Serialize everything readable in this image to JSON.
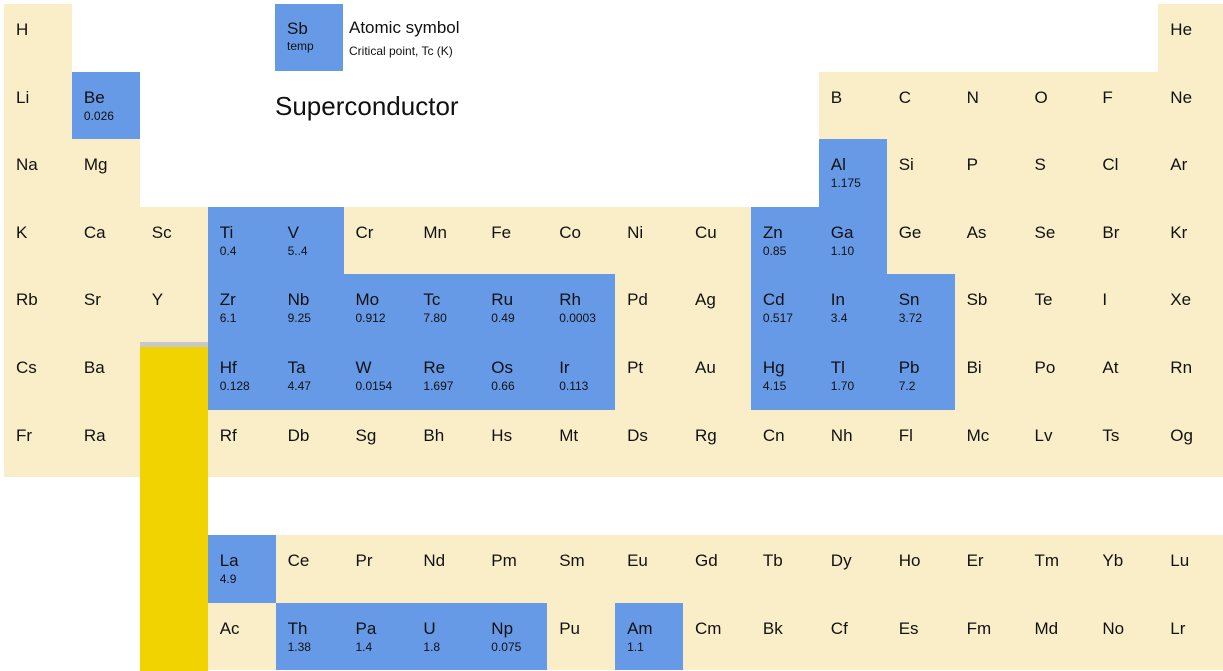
{
  "colors": {
    "default": "#faeec8",
    "superconductor": "#6699e6",
    "bracket": "#f0d300",
    "bracket_top": "#c8c8c8"
  },
  "legend": {
    "symbol": "Sb",
    "value_label": "temp",
    "title": "Atomic symbol",
    "subtitle": "Critical point, Tc (K)"
  },
  "title": "Superconductor",
  "elements": [
    {
      "s": "H",
      "r": 1,
      "c": 1
    },
    {
      "s": "He",
      "r": 1,
      "c": 18
    },
    {
      "s": "Li",
      "r": 2,
      "c": 1
    },
    {
      "s": "Be",
      "r": 2,
      "c": 2,
      "tc": "0.026"
    },
    {
      "s": "B",
      "r": 2,
      "c": 13
    },
    {
      "s": "C",
      "r": 2,
      "c": 14
    },
    {
      "s": "N",
      "r": 2,
      "c": 15
    },
    {
      "s": "O",
      "r": 2,
      "c": 16
    },
    {
      "s": "F",
      "r": 2,
      "c": 17
    },
    {
      "s": "Ne",
      "r": 2,
      "c": 18
    },
    {
      "s": "Na",
      "r": 3,
      "c": 1
    },
    {
      "s": "Mg",
      "r": 3,
      "c": 2
    },
    {
      "s": "Al",
      "r": 3,
      "c": 13,
      "tc": "1.175"
    },
    {
      "s": "Si",
      "r": 3,
      "c": 14
    },
    {
      "s": "P",
      "r": 3,
      "c": 15
    },
    {
      "s": "S",
      "r": 3,
      "c": 16
    },
    {
      "s": "Cl",
      "r": 3,
      "c": 17
    },
    {
      "s": "Ar",
      "r": 3,
      "c": 18
    },
    {
      "s": "K",
      "r": 4,
      "c": 1
    },
    {
      "s": "Ca",
      "r": 4,
      "c": 2
    },
    {
      "s": "Sc",
      "r": 4,
      "c": 3
    },
    {
      "s": "Ti",
      "r": 4,
      "c": 4,
      "tc": "0.4"
    },
    {
      "s": "V",
      "r": 4,
      "c": 5,
      "tc": "5..4"
    },
    {
      "s": "Cr",
      "r": 4,
      "c": 6
    },
    {
      "s": "Mn",
      "r": 4,
      "c": 7
    },
    {
      "s": "Fe",
      "r": 4,
      "c": 8
    },
    {
      "s": "Co",
      "r": 4,
      "c": 9
    },
    {
      "s": "Ni",
      "r": 4,
      "c": 10
    },
    {
      "s": "Cu",
      "r": 4,
      "c": 11
    },
    {
      "s": "Zn",
      "r": 4,
      "c": 12,
      "tc": "0.85"
    },
    {
      "s": "Ga",
      "r": 4,
      "c": 13,
      "tc": "1.10"
    },
    {
      "s": "Ge",
      "r": 4,
      "c": 14
    },
    {
      "s": "As",
      "r": 4,
      "c": 15
    },
    {
      "s": "Se",
      "r": 4,
      "c": 16
    },
    {
      "s": "Br",
      "r": 4,
      "c": 17
    },
    {
      "s": "Kr",
      "r": 4,
      "c": 18
    },
    {
      "s": "Rb",
      "r": 5,
      "c": 1
    },
    {
      "s": "Sr",
      "r": 5,
      "c": 2
    },
    {
      "s": "Y",
      "r": 5,
      "c": 3
    },
    {
      "s": "Zr",
      "r": 5,
      "c": 4,
      "tc": "6.1"
    },
    {
      "s": "Nb",
      "r": 5,
      "c": 5,
      "tc": "9.25"
    },
    {
      "s": "Mo",
      "r": 5,
      "c": 6,
      "tc": "0.912"
    },
    {
      "s": "Tc",
      "r": 5,
      "c": 7,
      "tc": "7.80"
    },
    {
      "s": "Ru",
      "r": 5,
      "c": 8,
      "tc": "0.49"
    },
    {
      "s": "Rh",
      "r": 5,
      "c": 9,
      "tc": "0.0003"
    },
    {
      "s": "Pd",
      "r": 5,
      "c": 10
    },
    {
      "s": "Ag",
      "r": 5,
      "c": 11
    },
    {
      "s": "Cd",
      "r": 5,
      "c": 12,
      "tc": "0.517"
    },
    {
      "s": "In",
      "r": 5,
      "c": 13,
      "tc": "3.4"
    },
    {
      "s": "Sn",
      "r": 5,
      "c": 14,
      "tc": "3.72"
    },
    {
      "s": "Sb",
      "r": 5,
      "c": 15
    },
    {
      "s": "Te",
      "r": 5,
      "c": 16
    },
    {
      "s": "I",
      "r": 5,
      "c": 17
    },
    {
      "s": "Xe",
      "r": 5,
      "c": 18
    },
    {
      "s": "Cs",
      "r": 6,
      "c": 1
    },
    {
      "s": "Ba",
      "r": 6,
      "c": 2
    },
    {
      "s": "Hf",
      "r": 6,
      "c": 4,
      "tc": "0.128"
    },
    {
      "s": "Ta",
      "r": 6,
      "c": 5,
      "tc": "4.47"
    },
    {
      "s": "W",
      "r": 6,
      "c": 6,
      "tc": "0.0154"
    },
    {
      "s": "Re",
      "r": 6,
      "c": 7,
      "tc": "1.697"
    },
    {
      "s": "Os",
      "r": 6,
      "c": 8,
      "tc": "0.66"
    },
    {
      "s": "Ir",
      "r": 6,
      "c": 9,
      "tc": "0.113"
    },
    {
      "s": "Pt",
      "r": 6,
      "c": 10
    },
    {
      "s": "Au",
      "r": 6,
      "c": 11
    },
    {
      "s": "Hg",
      "r": 6,
      "c": 12,
      "tc": "4.15"
    },
    {
      "s": "Tl",
      "r": 6,
      "c": 13,
      "tc": "1.70"
    },
    {
      "s": "Pb",
      "r": 6,
      "c": 14,
      "tc": "7.2"
    },
    {
      "s": "Bi",
      "r": 6,
      "c": 15
    },
    {
      "s": "Po",
      "r": 6,
      "c": 16
    },
    {
      "s": "At",
      "r": 6,
      "c": 17
    },
    {
      "s": "Rn",
      "r": 6,
      "c": 18
    },
    {
      "s": "Fr",
      "r": 7,
      "c": 1
    },
    {
      "s": "Ra",
      "r": 7,
      "c": 2
    },
    {
      "s": "Rf",
      "r": 7,
      "c": 4
    },
    {
      "s": "Db",
      "r": 7,
      "c": 5
    },
    {
      "s": "Sg",
      "r": 7,
      "c": 6
    },
    {
      "s": "Bh",
      "r": 7,
      "c": 7
    },
    {
      "s": "Hs",
      "r": 7,
      "c": 8
    },
    {
      "s": "Mt",
      "r": 7,
      "c": 9
    },
    {
      "s": "Ds",
      "r": 7,
      "c": 10
    },
    {
      "s": "Rg",
      "r": 7,
      "c": 11
    },
    {
      "s": "Cn",
      "r": 7,
      "c": 12
    },
    {
      "s": "Nh",
      "r": 7,
      "c": 13
    },
    {
      "s": "Fl",
      "r": 7,
      "c": 14
    },
    {
      "s": "Mc",
      "r": 7,
      "c": 15
    },
    {
      "s": "Lv",
      "r": 7,
      "c": 16
    },
    {
      "s": "Ts",
      "r": 7,
      "c": 17
    },
    {
      "s": "Og",
      "r": 7,
      "c": 18
    },
    {
      "s": "La",
      "r": 8,
      "c": 4,
      "tc": "4.9"
    },
    {
      "s": "Ce",
      "r": 8,
      "c": 5
    },
    {
      "s": "Pr",
      "r": 8,
      "c": 6
    },
    {
      "s": "Nd",
      "r": 8,
      "c": 7
    },
    {
      "s": "Pm",
      "r": 8,
      "c": 8
    },
    {
      "s": "Sm",
      "r": 8,
      "c": 9
    },
    {
      "s": "Eu",
      "r": 8,
      "c": 10
    },
    {
      "s": "Gd",
      "r": 8,
      "c": 11
    },
    {
      "s": "Tb",
      "r": 8,
      "c": 12
    },
    {
      "s": "Dy",
      "r": 8,
      "c": 13
    },
    {
      "s": "Ho",
      "r": 8,
      "c": 14
    },
    {
      "s": "Er",
      "r": 8,
      "c": 15
    },
    {
      "s": "Tm",
      "r": 8,
      "c": 16
    },
    {
      "s": "Yb",
      "r": 8,
      "c": 17
    },
    {
      "s": "Lu",
      "r": 8,
      "c": 18
    },
    {
      "s": "Ac",
      "r": 9,
      "c": 4
    },
    {
      "s": "Th",
      "r": 9,
      "c": 5,
      "tc": "1.38"
    },
    {
      "s": "Pa",
      "r": 9,
      "c": 6,
      "tc": "1.4"
    },
    {
      "s": "U",
      "r": 9,
      "c": 7,
      "tc": "1.8"
    },
    {
      "s": "Np",
      "r": 9,
      "c": 8,
      "tc": "0.075"
    },
    {
      "s": "Pu",
      "r": 9,
      "c": 9
    },
    {
      "s": "Am",
      "r": 9,
      "c": 10,
      "tc": "1.1"
    },
    {
      "s": "Cm",
      "r": 9,
      "c": 11
    },
    {
      "s": "Bk",
      "r": 9,
      "c": 12
    },
    {
      "s": "Cf",
      "r": 9,
      "c": 13
    },
    {
      "s": "Es",
      "r": 9,
      "c": 14
    },
    {
      "s": "Fm",
      "r": 9,
      "c": 15
    },
    {
      "s": "Md",
      "r": 9,
      "c": 16
    },
    {
      "s": "No",
      "r": 9,
      "c": 17
    },
    {
      "s": "Lr",
      "r": 9,
      "c": 18
    }
  ]
}
